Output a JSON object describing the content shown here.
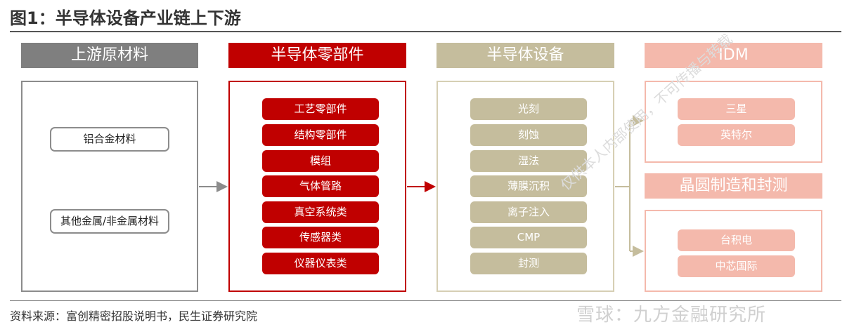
{
  "title": "图1：半导体设备产业链上下游",
  "source": "资料来源：富创精密招股说明书，民生证券研究院",
  "watermark": {
    "logo_text": "雪球：九方金融研究所",
    "diagonal_text": "仅供本人内部使用，不可传播与转载"
  },
  "colors": {
    "upstream_header": "#7f7f7f",
    "parts_red": "#c00000",
    "equipment_tan": "#c5bd9d",
    "downstream_pink": "#f4b9ac"
  },
  "columns": {
    "upstream": {
      "header": "上游原材料",
      "items": [
        "铝合金材料",
        "其他金属/非金属材料"
      ]
    },
    "parts": {
      "header": "半导体零部件",
      "items": [
        "工艺零部件",
        "结构零部件",
        "模组",
        "气体管路",
        "真空系统类",
        "传感器类",
        "仪器仪表类"
      ]
    },
    "equipment": {
      "header": "半导体设备",
      "items": [
        "光刻",
        "刻蚀",
        "湿法",
        "薄膜沉积",
        "离子注入",
        "CMP",
        "封测"
      ]
    },
    "downstream": {
      "idm_header": "IDM",
      "idm_items": [
        "三星",
        "英特尔"
      ],
      "foundry_header": "晶圆制造和封测",
      "foundry_items": [
        "台积电",
        "中芯国际"
      ]
    }
  }
}
